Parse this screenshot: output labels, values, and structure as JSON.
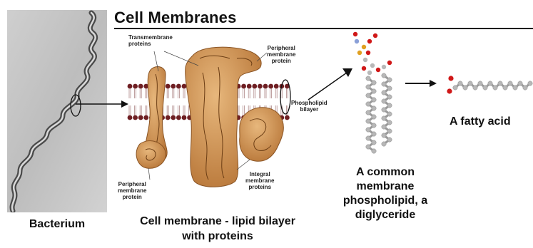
{
  "title": "Cell Membranes",
  "captions": {
    "bacterium": "Bacterium",
    "membrane_line1": "Cell membrane - lipid bilayer",
    "membrane_line2": "with proteins",
    "phospholipid_line1": "A common",
    "phospholipid_line2": "membrane",
    "phospholipid_line3": "phospholipid, a",
    "phospholipid_line4": "diglyceride",
    "fatty_acid": "A fatty acid"
  },
  "diagram_labels": {
    "transmembrane_1": "Transmembrane",
    "transmembrane_2": "proteins",
    "peripheral_top_1": "Peripheral",
    "peripheral_top_2": "membrane",
    "peripheral_top_3": "protein",
    "phospholipid_bilayer_1": "Phospholipid",
    "phospholipid_bilayer_2": "bilayer",
    "peripheral_bottom_1": "Peripheral",
    "peripheral_bottom_2": "membrane",
    "peripheral_bottom_3": "protein",
    "integral_1": "Integral",
    "integral_2": "membrane",
    "integral_3": "proteins"
  }
}
